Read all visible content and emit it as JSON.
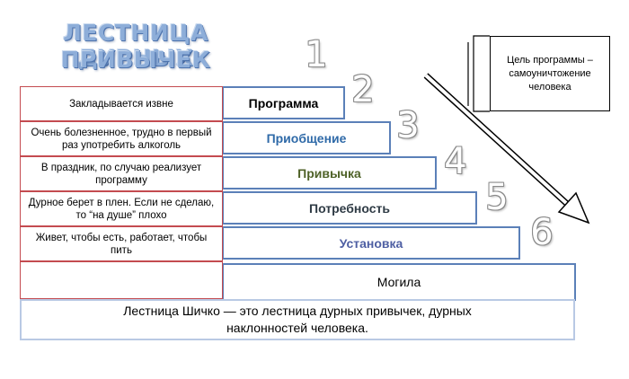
{
  "title": {
    "line1": "ЛЕСТНИЦА ДУРНЫХ",
    "line2": "ПРИВЫЧЕК"
  },
  "goal": {
    "text": "Цель программы – самоуничтожение человека"
  },
  "steps": [
    {
      "number": "1",
      "label": "Программа",
      "color": "#000000",
      "description": "Закладывается извне"
    },
    {
      "number": "2",
      "label": "Приобщение",
      "color": "#2f6aa8",
      "description": "Очень болезненное, трудно в первый раз употребить алкоголь"
    },
    {
      "number": "3",
      "label": "Привычка",
      "color": "#4f6228",
      "description": "В праздник, по случаю реализует программу"
    },
    {
      "number": "4",
      "label": "Потребность",
      "color": "#2f3b45",
      "description": "Дурное берет в плен. Если не сделаю, то “на душе” плохо"
    },
    {
      "number": "5",
      "label": "Установка",
      "color": "#4e5fa3",
      "description": "Живет, чтобы есть, работает, чтобы пить"
    },
    {
      "number": "6",
      "label": "Могила",
      "color": "#000000",
      "description": ""
    }
  ],
  "footer": {
    "text": "Лестница Шичко — это лестница дурных привычек, дурных наклонностей человека."
  },
  "colors": {
    "step_border": "#5b80b8",
    "left_border": "#c44b50",
    "title": "#8eaed9"
  }
}
